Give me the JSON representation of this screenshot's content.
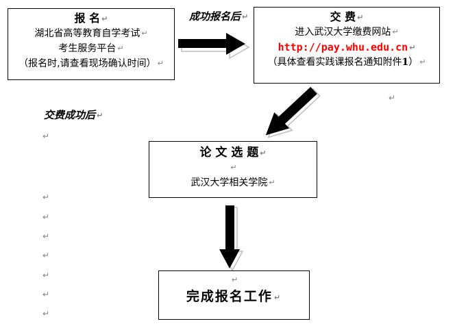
{
  "flow": {
    "register_box": {
      "title": "报 名",
      "line1": "湖北省高等教育自学考试",
      "line2": "考生服务平台",
      "line3": "（报名时,请查看现场确认时间）"
    },
    "arrow1_label": "成功报名后",
    "payment_box": {
      "title": "交 费",
      "line1": "进入武汉大学缴费网站",
      "url": "http://pay.whu.edu.cn",
      "line3_prefix": "（具体查看实践课报名通知附件",
      "line3_num": "1",
      "line3_suffix": "）"
    },
    "arrow2_label": "交费成功后",
    "thesis_box": {
      "title": "论 文 选 题",
      "line1": "武汉大学相关学院"
    },
    "finish_box": {
      "title": "完成报名工作"
    }
  },
  "marks": {
    "line_break": "↵"
  },
  "colors": {
    "url_red": "#ff0000",
    "text_black": "#000000",
    "mark_gray": "#808080",
    "arrow_fill": "#000000",
    "arrow_shadow_stroke": "#bdbdbd"
  }
}
